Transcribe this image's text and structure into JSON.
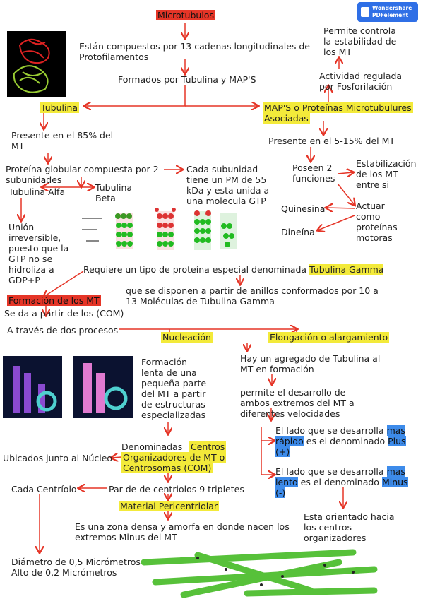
{
  "badge": {
    "line1": "Wondershare",
    "line2": "PDFelement"
  },
  "title": "Microtubulos",
  "composed": [
    "Están compuestos por 13 cadenas longitudinales de",
    "Protofilamentos"
  ],
  "formed": "Formados por Tubulina y MAP'S",
  "tubulina": "Tubulina",
  "maps": [
    "MAP'S o  Proteínas Microtubulures",
    "Asociadas"
  ],
  "control": [
    "Permite controla",
    "la estabilidad de",
    "los MT"
  ],
  "activity": [
    "Actividad regulada",
    "por Fosforilación"
  ],
  "presente85": [
    "Presente en el 85% del",
    "MT"
  ],
  "presente515": "Presente en el 5-15% del MT",
  "globular": [
    "Proteína globular compuesta por 2",
    "subunidades"
  ],
  "alfa": "Tubulina Alfa",
  "beta": [
    "Tubulina",
    "Beta"
  ],
  "subunidad": [
    "Cada subunidad",
    "tiene un PM de 55",
    "kDa y esta unida a",
    "una molecula GTP"
  ],
  "funciones": [
    "Poseen 2",
    "funciones"
  ],
  "estabilizacion": [
    "Estabilización",
    "de los MT",
    "entre si"
  ],
  "motoras": [
    "Actuar",
    "como",
    "proteínas",
    "motoras"
  ],
  "quinesina": "Quinesina",
  "dineina": "Dineína",
  "union": [
    "Unión",
    "irreversible,",
    "puesto que la",
    "GTP no se",
    "hidroliza a",
    "GDP+P"
  ],
  "requiere": "Requiere un tipo de proteína especial denominada",
  "gamma": "Tubulina Gamma",
  "dispone": [
    "que se disponen a partir de anillos conformados por 10 a",
    "13 Moléculas de Tubulina Gamma"
  ],
  "formacion": "Formación de los MT",
  "seda": "Se da a partir de los (COM)",
  "procesos": "A través de dos procesos",
  "nucleacion": "Nucleación",
  "elongacion": "Elongación o alargamiento",
  "formacionLenta": [
    "Formación",
    "lenta de una",
    "pequeña parte",
    "del MT a partir",
    "de estructuras",
    "especializadas"
  ],
  "agregado": [
    "Hay un agregado de Tubulina al",
    "MT en formación"
  ],
  "desarrollo": [
    "permite el desarrollo de",
    "ambos extremos del MT a",
    "diferentes velocidades"
  ],
  "plusA": "El lado que se desarrolla",
  "plusHl1": "mas",
  "plusHl2": "rápido",
  "plusB": "es el denominado",
  "plusHl3": "Plus",
  "plusHl4": "(+)",
  "minusA": "El lado que se desarrolla",
  "minusHl1": "mas",
  "minusHl2": "lento",
  "minusB": "es el denominado",
  "minusHl3": "Minus",
  "minusHl4": "(-)",
  "orientado": [
    "Esta orientado hacia",
    "los centros",
    "organizadores"
  ],
  "denominadas": "Denominadas",
  "centros": [
    "Centros",
    "Organizadores de MT o",
    "Centrosomas (COM)"
  ],
  "ubicados": "Ubicados junto al Núcleo",
  "par": "Par de de centriolos 9 tripletes",
  "centriolo": "Cada Centríolo",
  "material": "Material Pericentriolar",
  "zona": [
    "Es una zona densa y amorfa en donde nacen los",
    "extremos Minus del MT"
  ],
  "diametro": [
    "Diámetro de 0,5 Micrómetros",
    "Alto de 0,2 Micrómetros"
  ],
  "colors": {
    "red": "#e53527",
    "yellow": "#f3ea3a",
    "blue": "#3d8bea"
  }
}
